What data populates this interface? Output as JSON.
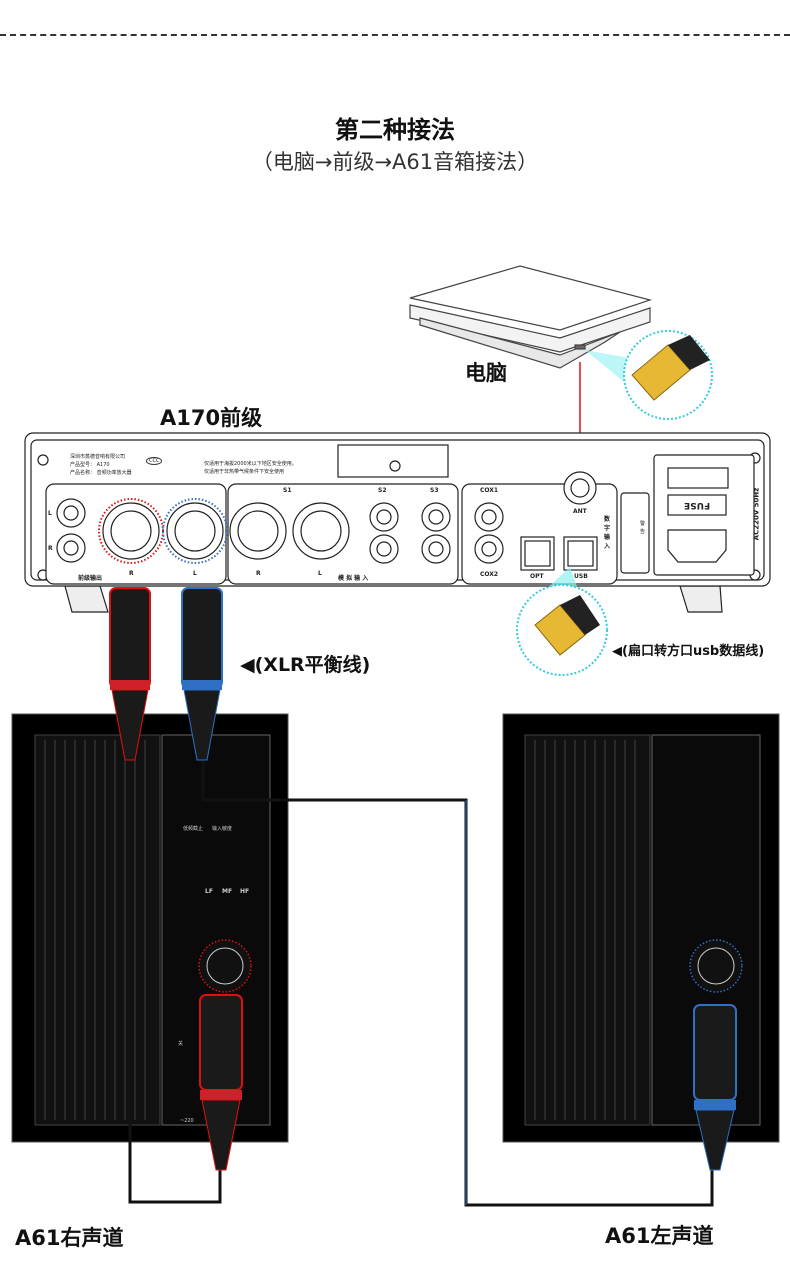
{
  "header": {
    "title": "第二种接法",
    "subtitle": "（电脑→前级→A61音箱接法）"
  },
  "labels": {
    "computer": "电脑",
    "preamp": "A170前级",
    "usb_cable": "◀(扁口转方口usb数据线)",
    "xlr_cable": "◀(XLR平衡线)",
    "right_speaker": "A61右声道",
    "left_speaker": "A61左声道"
  },
  "preamp_panel": {
    "nameplate": [
      "深圳市蒸德音响有限公司",
      "产品型号： A170",
      "产品名称： 音频功率放大器"
    ],
    "ccc": "CCC",
    "notice": [
      "仅适用于海拔2000米以下地区安全使用。",
      "仅适用于非热带气候条件下安全使用"
    ],
    "pre_out": "前级输出",
    "pre_out_r": "R",
    "pre_out_l": "L",
    "rca_l": "L",
    "rca_r": "R",
    "s1": "S1",
    "s2": "S2",
    "s3": "S3",
    "s1_r": "R",
    "s1_l": "L",
    "analog_in": "模 拟 输 入",
    "cox1": "COX1",
    "cox2": "COX2",
    "opt": "OPT",
    "usb": "USB",
    "ant": "ANT",
    "digital_in": "数字输入",
    "warning": "警告",
    "fuse": "FUSE",
    "power": "AC220V 50Hz"
  },
  "speaker_panel": {
    "low_cut": "低频截止",
    "input_sens": "输入敏度",
    "lf": "LF",
    "mf": "MF",
    "hf": "HF",
    "switch": "关",
    "voltage": "~220"
  },
  "colors": {
    "red_cable": "#d0202a",
    "blue_cable": "#2f6fc4",
    "cyan": "#5fe0e0",
    "arrow": "#e01010"
  }
}
